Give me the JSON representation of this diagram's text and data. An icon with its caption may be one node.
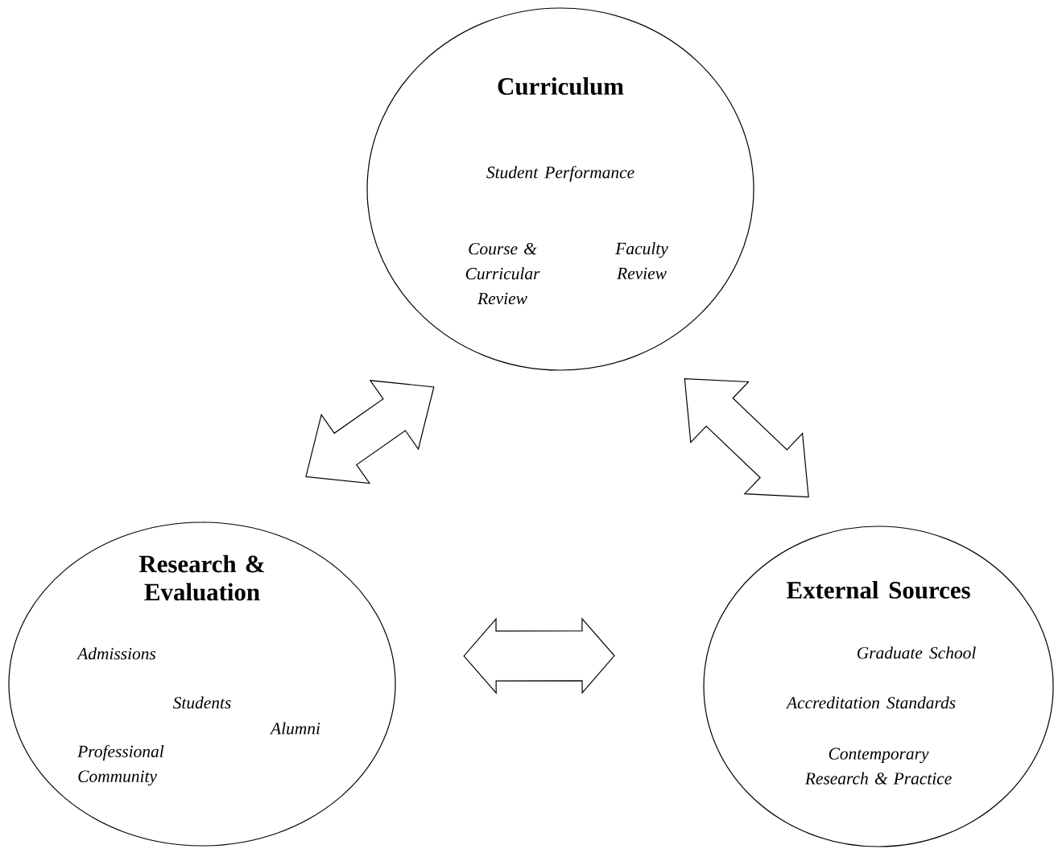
{
  "diagram": {
    "nodes": [
      {
        "text": [
          "Curriculum",
          "Student Performance",
          "Course & Curricular Review",
          "Faculty Review"
        ]
      },
      {
        "text": [
          "Research & Evaluation",
          "Admissions",
          "Students",
          "Alumni",
          "Professional Community"
        ]
      },
      {
        "text": [
          "External Sources",
          "Graduate School",
          "Accreditation Standards",
          "Contemporary Research & Practice"
        ]
      }
    ],
    "edges": [
      {
        "from": 1,
        "to": 0,
        "arrow": "both"
      },
      {
        "from": 0,
        "to": 2,
        "arrow": "both"
      },
      {
        "from": 1,
        "to": 2,
        "arrow": "both"
      }
    ]
  }
}
